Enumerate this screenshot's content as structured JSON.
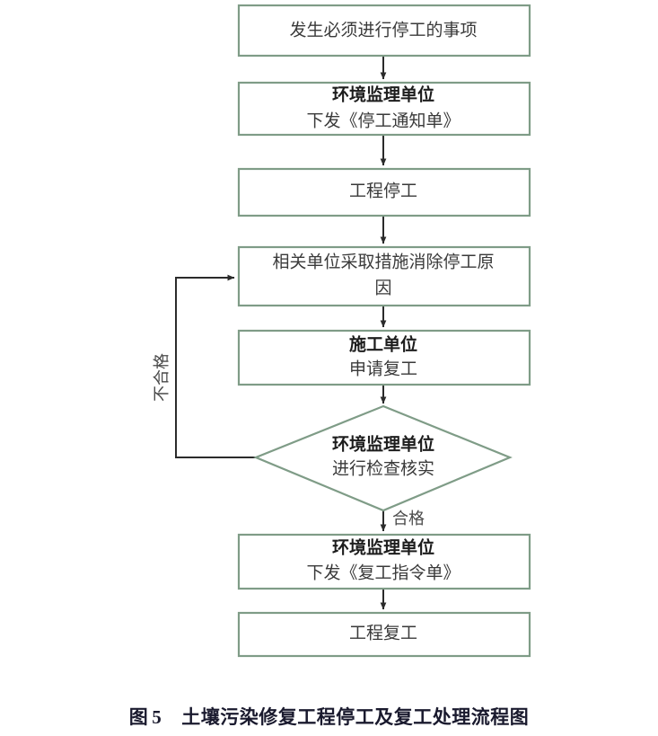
{
  "figure": {
    "caption_label": "图",
    "caption_number": "5",
    "caption_title": "土壤污染修复工程停工及复工处理流程图"
  },
  "theme": {
    "box_border": "#7f9c87",
    "box_fill": "#ffffff",
    "connector": "#2b2b2b",
    "text": "#3a3a3a",
    "text_bold": "#1d1d1d",
    "page_background": "#ffffff"
  },
  "nodes": [
    {
      "id": "event",
      "shape": "rect",
      "lines": [
        "发生必须进行停工的事项"
      ],
      "bold": [
        false
      ]
    },
    {
      "id": "issue-stop-notice",
      "shape": "rect",
      "lines": [
        "环境监理单位",
        "下发《停工通知单》"
      ],
      "bold": [
        true,
        false
      ]
    },
    {
      "id": "project-stopped",
      "shape": "rect",
      "lines": [
        "工程停工"
      ],
      "bold": [
        false
      ]
    },
    {
      "id": "remove-cause",
      "shape": "rect",
      "lines": [
        "相关单位采取措施消除停工原",
        "因"
      ],
      "bold": [
        false,
        false
      ]
    },
    {
      "id": "apply-resume",
      "shape": "rect",
      "lines": [
        "施工单位",
        "申请复工"
      ],
      "bold": [
        true,
        false
      ]
    },
    {
      "id": "inspect-verify",
      "shape": "diamond",
      "lines": [
        "环境监理单位",
        "进行检查核实"
      ],
      "bold": [
        true,
        false
      ]
    },
    {
      "id": "issue-resume-order",
      "shape": "rect",
      "lines": [
        "环境监理单位",
        "下发《复工指令单》"
      ],
      "bold": [
        true,
        false
      ]
    },
    {
      "id": "project-resumed",
      "shape": "rect",
      "lines": [
        "工程复工"
      ],
      "bold": [
        false
      ]
    }
  ],
  "edge_labels": {
    "pass": "合格",
    "fail": "不合格"
  }
}
